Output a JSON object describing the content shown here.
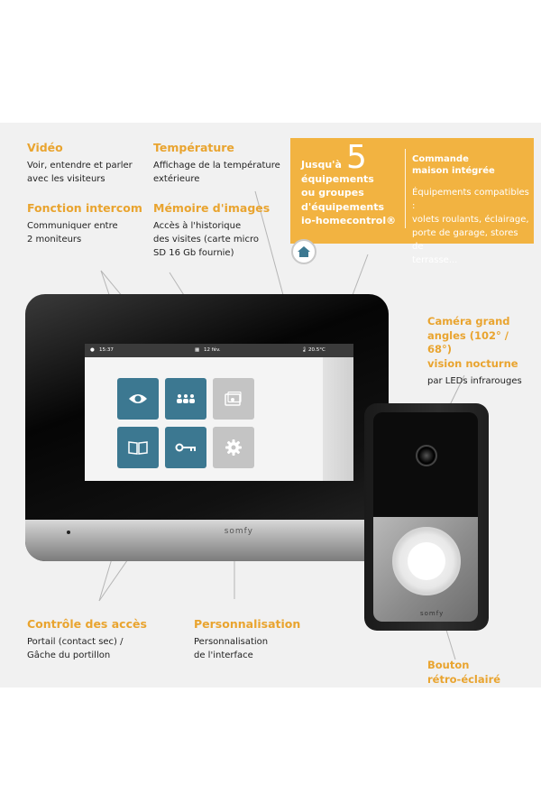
{
  "features": {
    "video": {
      "title": "Vidéo",
      "desc1": "Voir, entendre et parler",
      "desc2": "avec les visiteurs"
    },
    "intercom": {
      "title": "Fonction intercom",
      "desc1": "Communiquer entre",
      "desc2": "2 moniteurs"
    },
    "temperature": {
      "title": "Température",
      "desc1": "Affichage de la température",
      "desc2": "extérieure"
    },
    "memory": {
      "title": "Mémoire d'images",
      "desc1": "Accès à l'historique",
      "desc2": "des visites (carte micro",
      "desc3": "SD 16 Gb fournie)"
    },
    "camera": {
      "title1": "Caméra grand",
      "title2": "angles (102° / 68°)",
      "title3": "vision nocturne",
      "desc1": "par LEDs infrarouges"
    },
    "access": {
      "title": "Contrôle des accès",
      "desc1": "Portail  (contact sec) /",
      "desc2": "Gâche du portillon"
    },
    "custom": {
      "title": "Personnalisation",
      "desc1": "Personnalisation",
      "desc2": "de l'interface"
    },
    "button": {
      "title1": "Bouton",
      "title2": "rétro-éclairé"
    }
  },
  "promo": {
    "line1": "Jusqu'à",
    "number": "5",
    "line2": "équipements",
    "line3": "ou groupes",
    "line4": "d'équipements",
    "line5": "io-homecontrol®",
    "right_title1": "Commande",
    "right_title2": "maison intégrée",
    "right_desc1": "Équipements compatibles :",
    "right_desc2": "volets roulants, éclairage,",
    "right_desc3": "porte de garage, stores de",
    "right_desc4": "terrasse..."
  },
  "screen": {
    "time": "15:37",
    "date": "12 fév.",
    "temp": "20.5°C"
  },
  "brand": "somfy",
  "colors": {
    "accent": "#e9a42f",
    "promo": "#f2b341",
    "tile": "#3c7891"
  }
}
